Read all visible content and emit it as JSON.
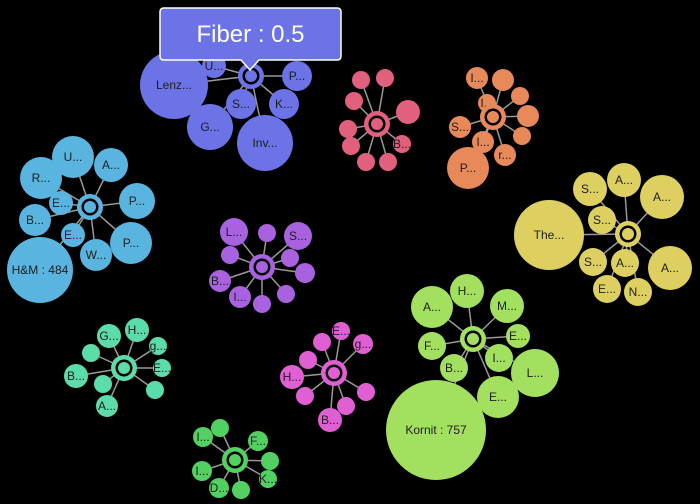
{
  "chart_data": {
    "type": "network-bubble",
    "clusters": [
      {
        "color": "#6b73e6",
        "nodes": [
          {
            "label": "Lenz...",
            "size": 7
          },
          {
            "label": "U...",
            "size": 1
          },
          {
            "label": "P...",
            "size": 1.5
          },
          {
            "label": "G...",
            "size": 4
          },
          {
            "label": "S...",
            "size": 1.5
          },
          {
            "label": "K...",
            "size": 1.5
          },
          {
            "label": "Inv...",
            "size": 5
          }
        ]
      },
      {
        "color": "#e0607e",
        "nodes": [
          {
            "label": "",
            "size": 1
          },
          {
            "label": "",
            "size": 1
          },
          {
            "label": "",
            "size": 1
          },
          {
            "label": "B...",
            "size": 1.3
          },
          {
            "label": "",
            "size": 1
          },
          {
            "label": "",
            "size": 1
          },
          {
            "label": "",
            "size": 1
          },
          {
            "label": "",
            "size": 1
          },
          {
            "label": "",
            "size": 1
          }
        ]
      },
      {
        "color": "#e8895a",
        "nodes": [
          {
            "label": "I...",
            "size": 1.2
          },
          {
            "label": "",
            "size": 1
          },
          {
            "label": "",
            "size": 1
          },
          {
            "label": "I...",
            "size": 1.2
          },
          {
            "label": "",
            "size": 1
          },
          {
            "label": "r...",
            "size": 1.2
          },
          {
            "label": "I...",
            "size": 1.2
          },
          {
            "label": "P...",
            "size": 4
          },
          {
            "label": "S...",
            "size": 1.2
          },
          {
            "label": "",
            "size": 1
          }
        ]
      },
      {
        "color": "#5ab4e0",
        "nodes": [
          {
            "label": "U...",
            "size": 4
          },
          {
            "label": "A...",
            "size": 2.5
          },
          {
            "label": "R...",
            "size": 4
          },
          {
            "label": "E...",
            "size": 1.2
          },
          {
            "label": "P...",
            "size": 3
          },
          {
            "label": "B...",
            "size": 2.5
          },
          {
            "label": "E...",
            "size": 1.2
          },
          {
            "label": "P...",
            "size": 4
          },
          {
            "label": "W...",
            "size": 2.5
          },
          {
            "label": "H&M : 484",
            "size": 10
          }
        ]
      },
      {
        "color": "#a862e0",
        "nodes": [
          {
            "label": "L...",
            "size": 1.5
          },
          {
            "label": "",
            "size": 1
          },
          {
            "label": "S...",
            "size": 1.5
          },
          {
            "label": "",
            "size": 1
          },
          {
            "label": "",
            "size": 1
          },
          {
            "label": "",
            "size": 1
          },
          {
            "label": "",
            "size": 1
          },
          {
            "label": "I...",
            "size": 1.2
          },
          {
            "label": "B...",
            "size": 1.2
          },
          {
            "label": "",
            "size": 1
          }
        ]
      },
      {
        "color": "#ddd060",
        "nodes": [
          {
            "label": "S...",
            "size": 2.5
          },
          {
            "label": "A...",
            "size": 2.5
          },
          {
            "label": "A...",
            "size": 4
          },
          {
            "label": "S...",
            "size": 1.5
          },
          {
            "label": "The...",
            "size": 10
          },
          {
            "label": "S...",
            "size": 1.5
          },
          {
            "label": "A...",
            "size": 1.5
          },
          {
            "label": "A...",
            "size": 4
          },
          {
            "label": "E...",
            "size": 1.5
          },
          {
            "label": "N...",
            "size": 1.5
          }
        ]
      },
      {
        "color": "#a3e060",
        "nodes": [
          {
            "label": "H...",
            "size": 3
          },
          {
            "label": "A...",
            "size": 4
          },
          {
            "label": "M...",
            "size": 3
          },
          {
            "label": "E...",
            "size": 1.5
          },
          {
            "label": "F...",
            "size": 2
          },
          {
            "label": "I...",
            "size": 2
          },
          {
            "label": "B...",
            "size": 2
          },
          {
            "label": "L...",
            "size": 4
          },
          {
            "label": "E...",
            "size": 3
          },
          {
            "label": "Kornit : 757",
            "size": 20
          }
        ]
      },
      {
        "color": "#5cdcaa",
        "nodes": [
          {
            "label": "G...",
            "size": 2
          },
          {
            "label": "H...",
            "size": 2
          },
          {
            "label": "g...",
            "size": 1.2
          },
          {
            "label": "E...",
            "size": 1.2
          },
          {
            "label": "",
            "size": 1
          },
          {
            "label": "A...",
            "size": 1.5
          },
          {
            "label": "",
            "size": 1
          },
          {
            "label": "B...",
            "size": 2
          },
          {
            "label": "",
            "size": 1
          }
        ]
      },
      {
        "color": "#e060d4",
        "nodes": [
          {
            "label": "E...",
            "size": 1.2
          },
          {
            "label": "g...",
            "size": 1.5
          },
          {
            "label": "",
            "size": 1
          },
          {
            "label": "",
            "size": 1
          },
          {
            "label": "H...",
            "size": 2
          },
          {
            "label": "",
            "size": 1
          },
          {
            "label": "B...",
            "size": 2
          },
          {
            "label": "",
            "size": 1
          },
          {
            "label": "",
            "size": 1
          }
        ]
      },
      {
        "color": "#52d062",
        "nodes": [
          {
            "label": "I...",
            "size": 1.2
          },
          {
            "label": "",
            "size": 1
          },
          {
            "label": "F...",
            "size": 1.2
          },
          {
            "label": "",
            "size": 1
          },
          {
            "label": "I...",
            "size": 1.2
          },
          {
            "label": "K...",
            "size": 1.2
          },
          {
            "label": "D...",
            "size": 1.2
          },
          {
            "label": "",
            "size": 1
          }
        ]
      }
    ],
    "tooltip": {
      "text": "Fiber : 0.5"
    }
  },
  "colors": {
    "background": "#000000",
    "link": "#cccccc",
    "tooltip_fill": "#6b73e6",
    "tooltip_text": "#ffffff"
  }
}
